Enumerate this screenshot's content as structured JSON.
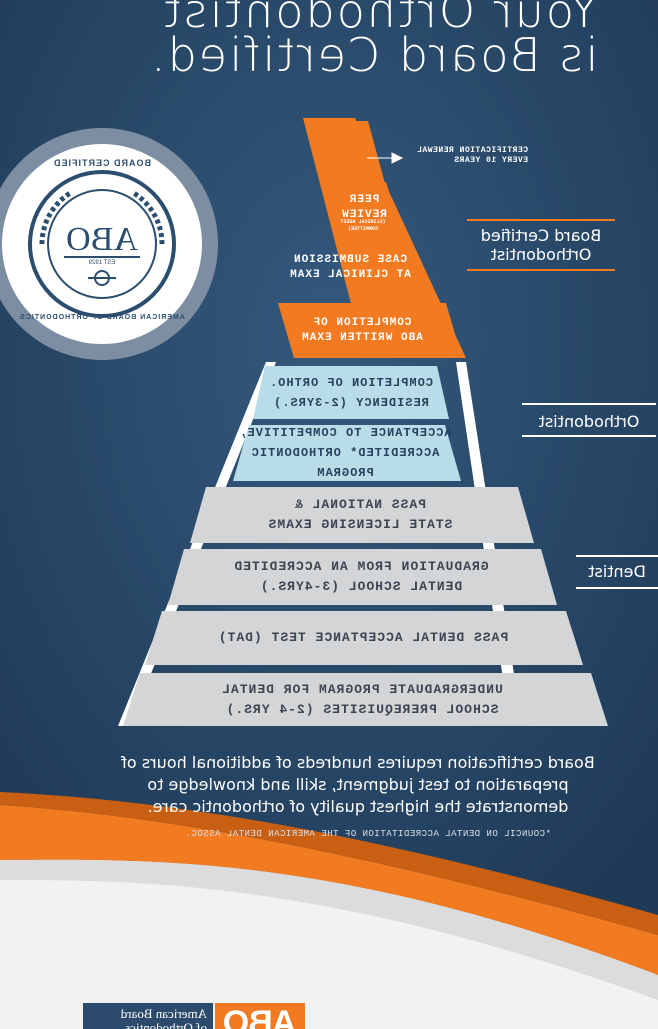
{
  "title": {
    "line1": "Your Orthodontist",
    "line2": "is Board Certified."
  },
  "colors": {
    "navy": "#2b4d6e",
    "orange": "#f27b21",
    "light_blue": "#b9dce9",
    "gray": "#d4d5d7"
  },
  "pyramid": {
    "renewal_note": "CERTIFICATION RENEWAL\nEVERY 10 YEARS",
    "tiers": [
      {
        "text": "PEER\nREVIEW",
        "sub": "(CLINICAL AUDIT COMMITTEE)"
      },
      {
        "text": "CASE SUBMISSION\nAT CLINICAL EXAM"
      },
      {
        "text": "COMPLETION OF\nABO WRITTEN EXAM"
      },
      {
        "text": "COMPLETION OF ORTHO.\nRESIDENCY (2-3YRS.)"
      },
      {
        "text": "ACCEPTANCE TO COMPETITIVE,\nACCREDITED* ORTHODONTIC PROGRAM"
      },
      {
        "text": "PASS NATIONAL &\nSTATE LICENSING EXAMS"
      },
      {
        "text": "GRADUATION FROM AN ACCREDITED\nDENTAL SCHOOL (3-4YRS.)"
      },
      {
        "text": "PASS DENTAL ACCEPTANCE TEST (DAT)"
      },
      {
        "text": "UNDERGRADUATE PROGRAM FOR DENTAL\nSCHOOL PREREQUISITES (2-4 YRS.)"
      }
    ],
    "side_labels": {
      "board": "Board Certified\nOrthodontist",
      "orthodontist": "Orthodontist",
      "dentist": "Dentist"
    }
  },
  "seal": {
    "top_text": "BOARD CERTIFIED",
    "ring_text": "AMERICAN BOARD OF ORTHODONTICS",
    "center": "ABO",
    "est": "EST 1929"
  },
  "summary": "Board certification requires hundreds of additional hours of preparation to test judgment, skill and knowledge to demonstrate the highest quality of orthodontic care.",
  "footnote": "*COUNCIL ON DENTAL ACCREDITATION OF THE AMERICAN DENTAL ASSOC.",
  "footer_logo": {
    "mark": "ABO",
    "name": "American Board\nof Orthodontics"
  }
}
